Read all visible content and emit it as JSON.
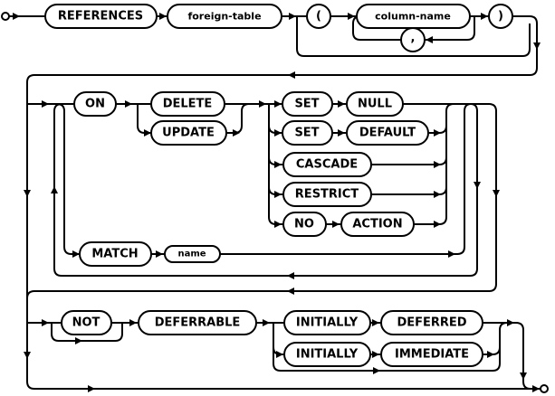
{
  "diagram": {
    "kind": "railroad-syntax-diagram",
    "colors": {
      "line": "#000000",
      "background": "#ffffff",
      "node_fill": "#ffffff",
      "text": "#000000"
    },
    "nodes": {
      "references": {
        "label": "REFERENCES",
        "type": "keyword"
      },
      "foreign_table": {
        "label": "foreign-table",
        "type": "nonterminal"
      },
      "open_paren": {
        "label": "(",
        "type": "punctuation"
      },
      "column_name": {
        "label": "column-name",
        "type": "nonterminal"
      },
      "comma": {
        "label": ",",
        "type": "punctuation"
      },
      "close_paren": {
        "label": ")",
        "type": "punctuation"
      },
      "on": {
        "label": "ON",
        "type": "keyword"
      },
      "delete": {
        "label": "DELETE",
        "type": "keyword"
      },
      "update": {
        "label": "UPDATE",
        "type": "keyword"
      },
      "set1": {
        "label": "SET",
        "type": "keyword"
      },
      "null": {
        "label": "NULL",
        "type": "keyword"
      },
      "set2": {
        "label": "SET",
        "type": "keyword"
      },
      "default": {
        "label": "DEFAULT",
        "type": "keyword"
      },
      "cascade": {
        "label": "CASCADE",
        "type": "keyword"
      },
      "restrict": {
        "label": "RESTRICT",
        "type": "keyword"
      },
      "no": {
        "label": "NO",
        "type": "keyword"
      },
      "action": {
        "label": "ACTION",
        "type": "keyword"
      },
      "match": {
        "label": "MATCH",
        "type": "keyword"
      },
      "name": {
        "label": "name",
        "type": "nonterminal"
      },
      "not": {
        "label": "NOT",
        "type": "keyword"
      },
      "deferrable": {
        "label": "DEFERRABLE",
        "type": "keyword"
      },
      "initially1": {
        "label": "INITIALLY",
        "type": "keyword"
      },
      "deferred": {
        "label": "DEFERRED",
        "type": "keyword"
      },
      "initially2": {
        "label": "INITIALLY",
        "type": "keyword"
      },
      "immediate": {
        "label": "IMMEDIATE",
        "type": "keyword"
      }
    }
  }
}
